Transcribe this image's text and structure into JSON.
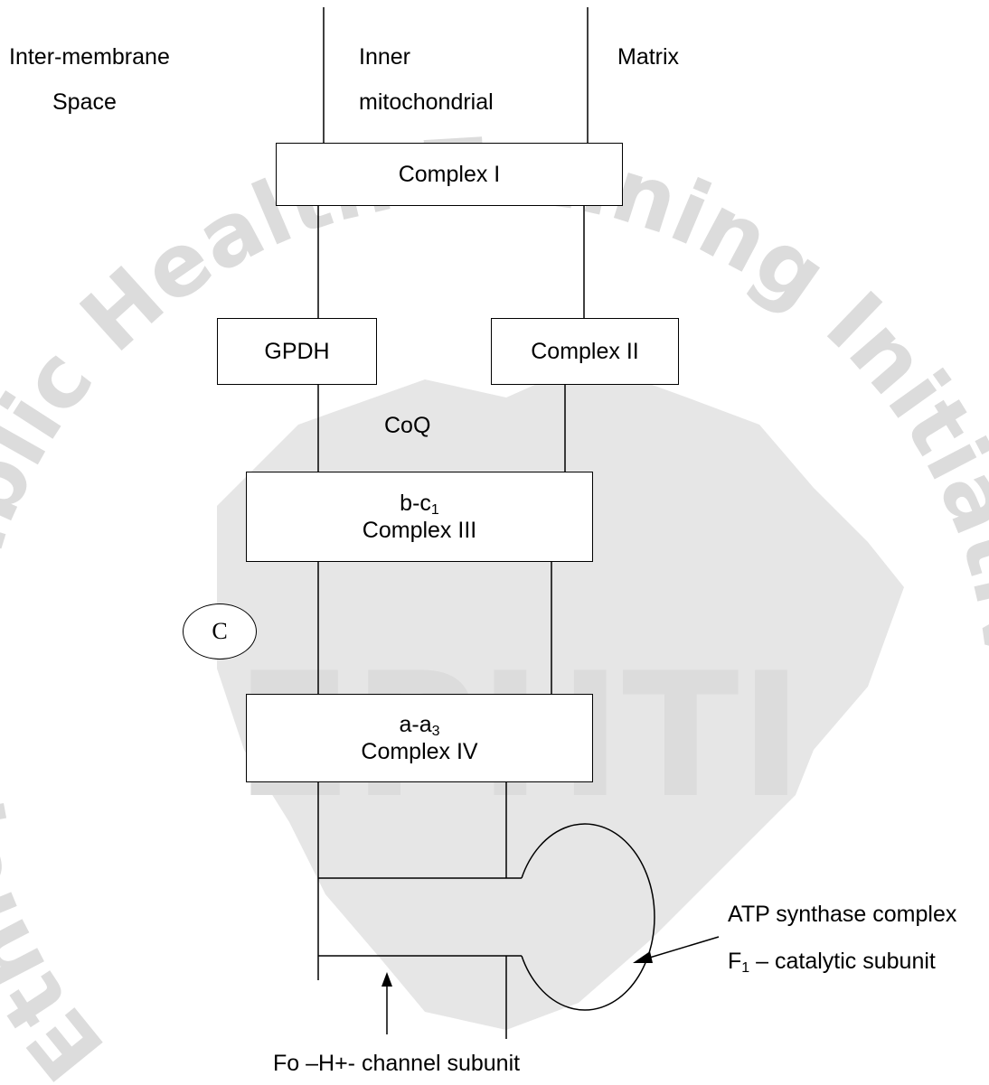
{
  "watermark": {
    "outer_text": "Ethiopia Public Health Training Initiative • Ethiopia Public Health",
    "center_text": "EPHTI",
    "color": "#dcdcdc"
  },
  "labels": {
    "intermembrane_line1": "Inter-membrane",
    "intermembrane_line2": "Space",
    "inner_line1": "Inner",
    "inner_line2": "mitochondrial",
    "matrix": "Matrix",
    "coq": "CoQ",
    "atp_synthase": "ATP synthase complex",
    "f1_prefix": "F",
    "f1_sub": "1",
    "f1_suffix": " – catalytic subunit",
    "fo_channel": "Fo –H+- channel subunit",
    "cyt_c": "C"
  },
  "boxes": {
    "complex1": "Complex I",
    "gpdh": "GPDH",
    "complex2": "Complex II",
    "complex3_top_prefix": "b-c",
    "complex3_top_sub": "1",
    "complex3_bottom": "Complex III",
    "complex4_top_prefix": "a-a",
    "complex4_top_sub": "3",
    "complex4_bottom": "Complex IV"
  }
}
